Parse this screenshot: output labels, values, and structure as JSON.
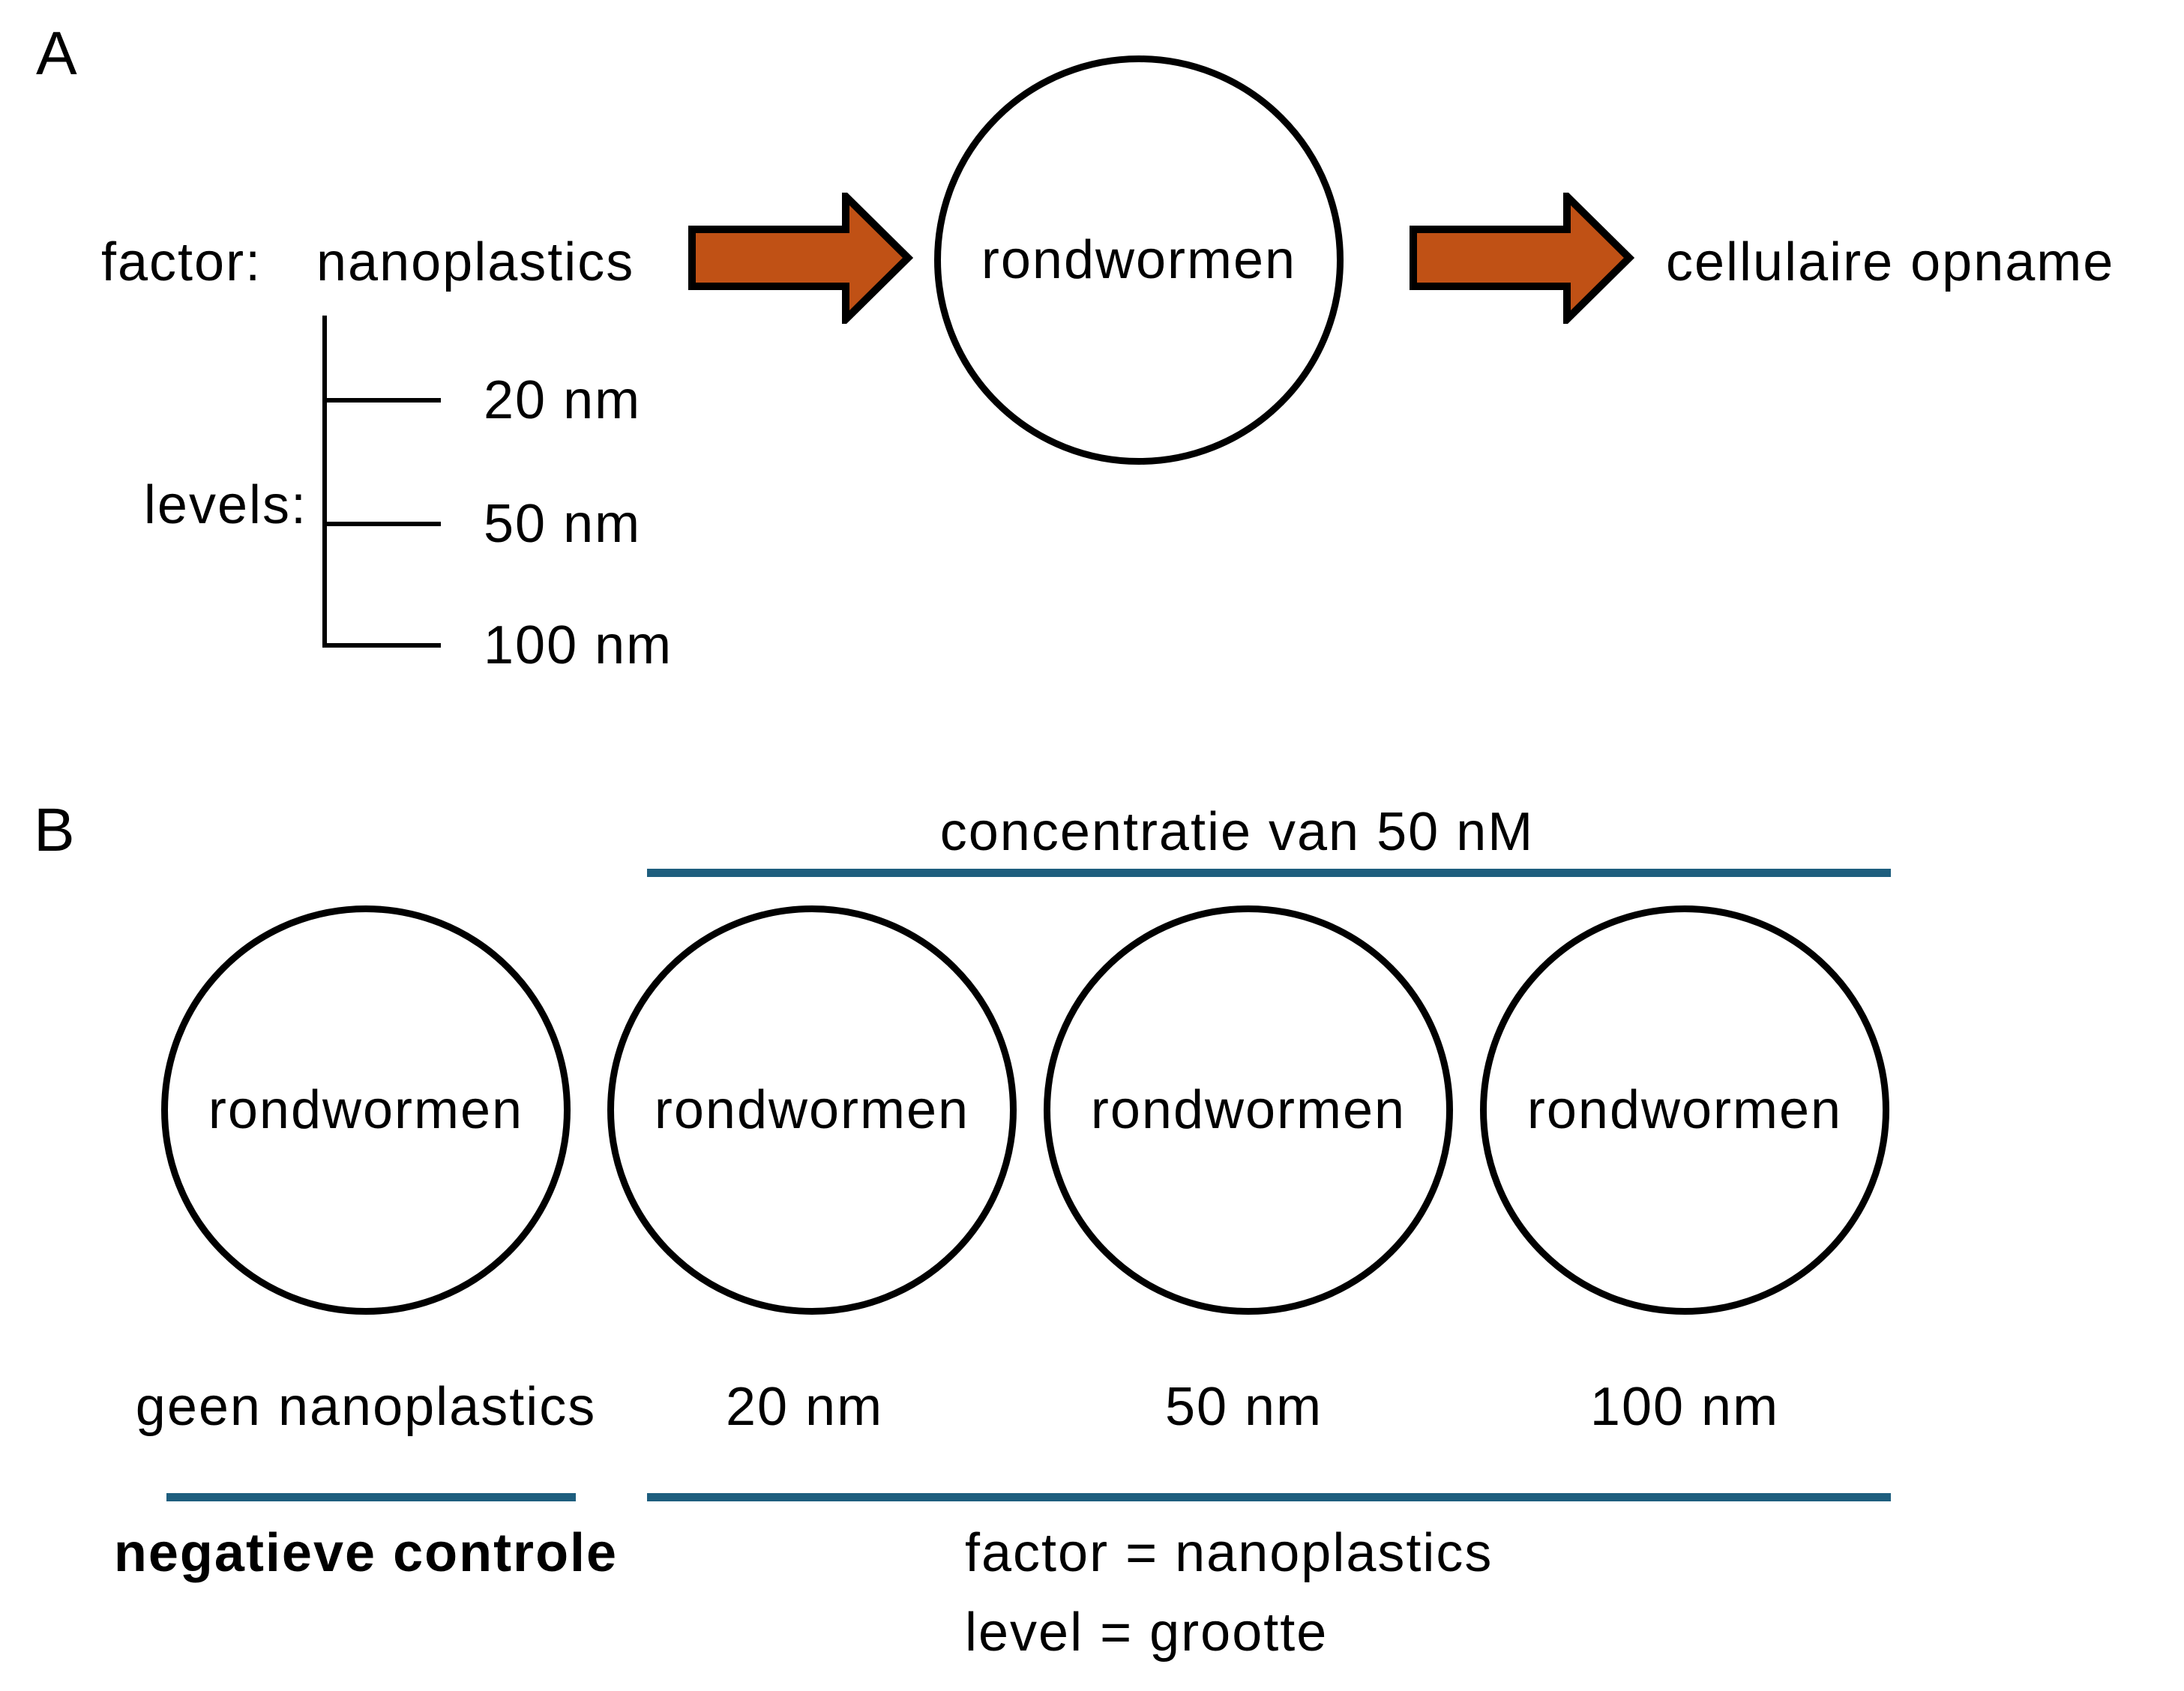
{
  "panel_a": {
    "label": "A",
    "factor_label": "factor:",
    "factor_value": "nanoplastics",
    "levels_label": "levels:",
    "levels": [
      "20 nm",
      "50 nm",
      "100 nm"
    ],
    "organism": "rondwormen",
    "outcome": "cellulaire opname"
  },
  "panel_b": {
    "label": "B",
    "concentration_title": "concentratie van 50 nM",
    "groups": [
      {
        "circle_label": "rondwormen",
        "condition": "geen nanoplastics"
      },
      {
        "circle_label": "rondwormen",
        "condition": "20 nm"
      },
      {
        "circle_label": "rondwormen",
        "condition": "50 nm"
      },
      {
        "circle_label": "rondwormen",
        "condition": "100 nm"
      }
    ],
    "negative_control_label": "negatieve controle",
    "factor_note": "factor = nanoplastics",
    "level_note": "level = grootte"
  },
  "colors": {
    "background": "#FFFFFF",
    "outline": "#000000",
    "arrow_fill": "#C05115",
    "teal_line": "#1E5E7E"
  }
}
